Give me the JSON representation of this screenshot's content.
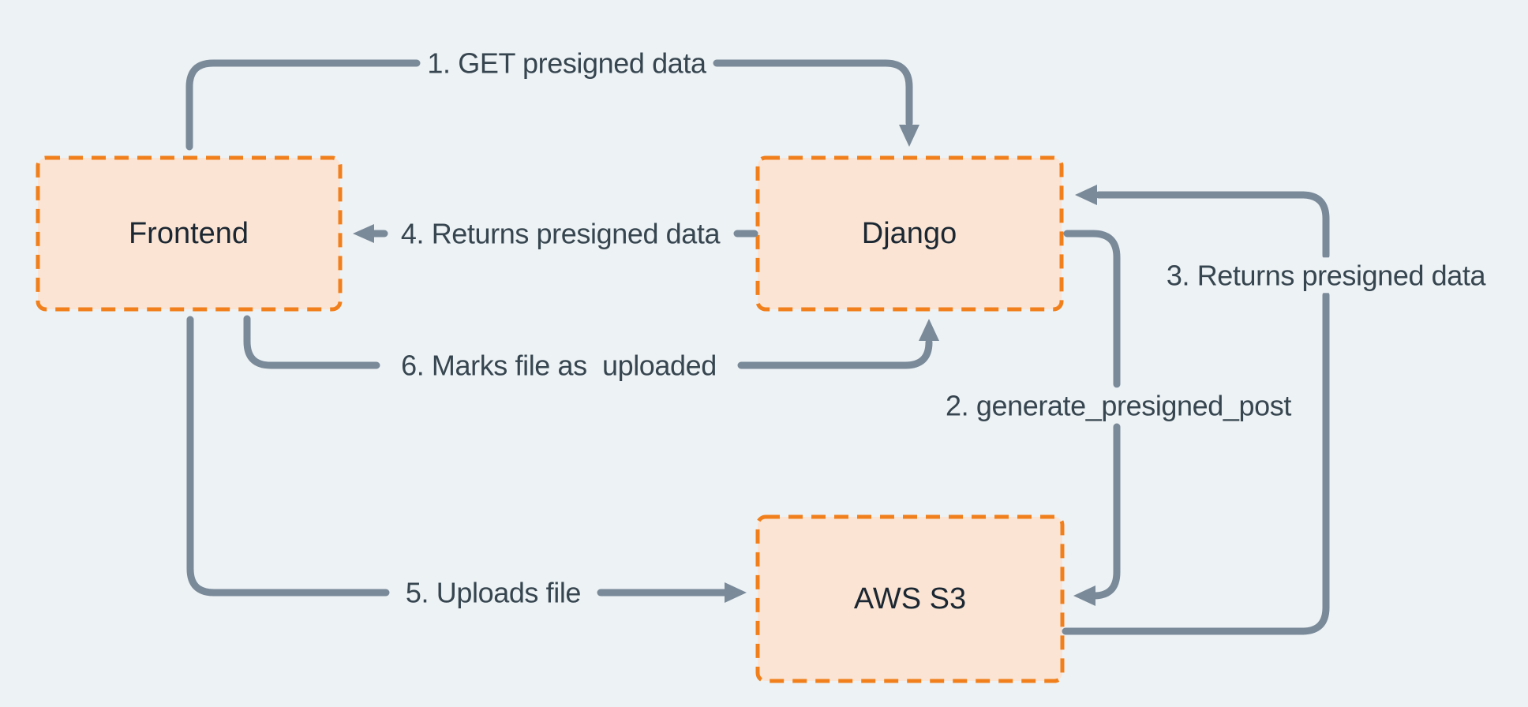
{
  "diagram": {
    "description": "Presigned upload flow between Frontend, Django and AWS S3",
    "nodes": [
      {
        "id": "frontend",
        "label": "Frontend"
      },
      {
        "id": "django",
        "label": "Django"
      },
      {
        "id": "aws-s3",
        "label": "AWS S3"
      }
    ],
    "edges": [
      {
        "step": "1",
        "label": "1. GET presigned data",
        "from": "frontend",
        "to": "django"
      },
      {
        "step": "2",
        "label": "2. generate_presigned_post",
        "from": "django",
        "to": "aws-s3"
      },
      {
        "step": "3",
        "label": "3. Returns presigned data",
        "from": "aws-s3",
        "to": "django"
      },
      {
        "step": "4",
        "label": "4. Returns presigned data",
        "from": "django",
        "to": "frontend"
      },
      {
        "step": "5",
        "label": "5. Uploads file",
        "from": "frontend",
        "to": "aws-s3"
      },
      {
        "step": "6",
        "label": "6. Marks file as  uploaded",
        "from": "frontend",
        "to": "django"
      }
    ],
    "colors": {
      "background": "#EDF2F5",
      "node_fill": "#FBE4D3",
      "node_border": "#F1801C",
      "arrow": "#7A8A99",
      "edge_label_text": "#36454F",
      "node_label_text": "#1B2732"
    }
  }
}
